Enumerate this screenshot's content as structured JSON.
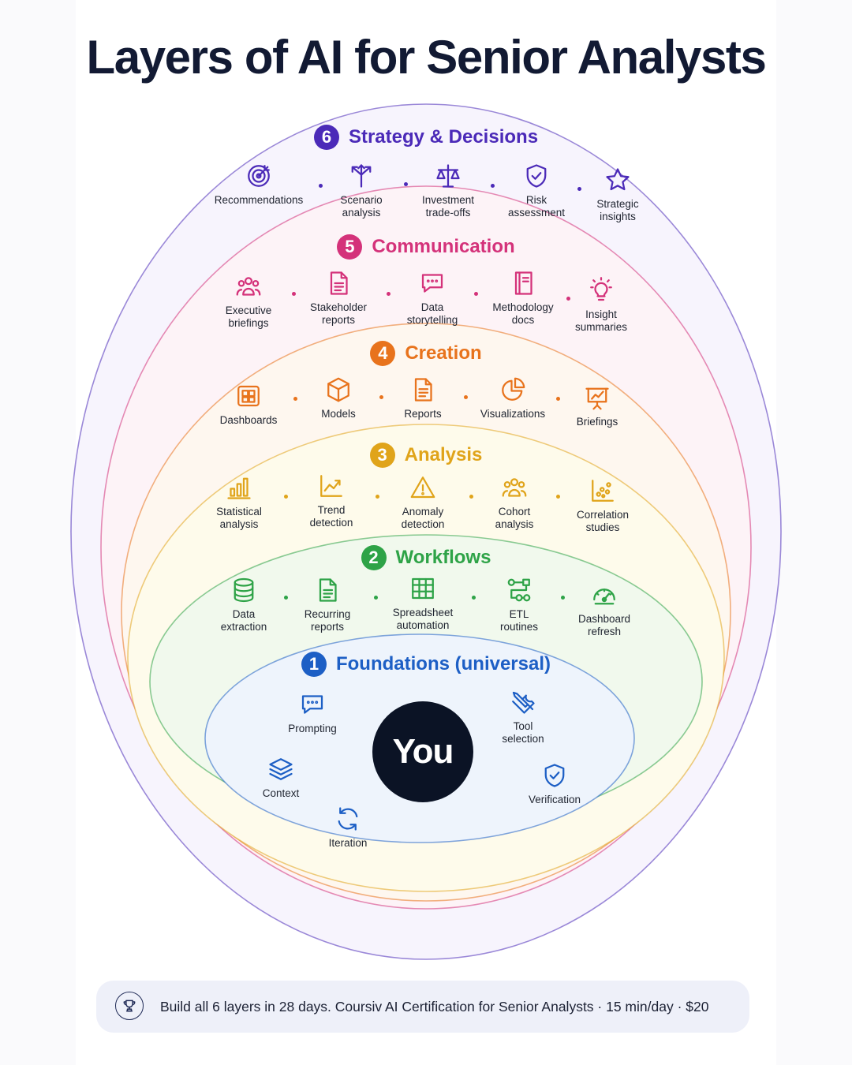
{
  "title": "Layers of AI for Senior Analysts",
  "core_label": "You",
  "layers": [
    {
      "key": "strategy",
      "number": "6",
      "name": "Strategy & Decisions",
      "color": "#4b2ab8",
      "items": [
        {
          "label": "Recommendations",
          "icon": "target-icon"
        },
        {
          "label": "Scenario\nanalysis",
          "icon": "branching-arrows-icon"
        },
        {
          "label": "Investment\ntrade-offs",
          "icon": "balance-scale-icon"
        },
        {
          "label": "Risk\nassessment",
          "icon": "shield-check-icon"
        },
        {
          "label": "Strategic\ninsights",
          "icon": "star-icon"
        }
      ]
    },
    {
      "key": "communication",
      "number": "5",
      "name": "Communication",
      "color": "#d4327a",
      "items": [
        {
          "label": "Executive\nbriefings",
          "icon": "people-group-icon"
        },
        {
          "label": "Stakeholder\nreports",
          "icon": "document-icon"
        },
        {
          "label": "Data\nstorytelling",
          "icon": "chat-bubble-icon"
        },
        {
          "label": "Methodology\ndocs",
          "icon": "book-icon"
        },
        {
          "label": "Insight\nsummaries",
          "icon": "lightbulb-icon"
        }
      ]
    },
    {
      "key": "creation",
      "number": "4",
      "name": "Creation",
      "color": "#e8731c",
      "items": [
        {
          "label": "Dashboards",
          "icon": "dashboard-icon"
        },
        {
          "label": "Models",
          "icon": "cube-icon"
        },
        {
          "label": "Reports",
          "icon": "report-icon"
        },
        {
          "label": "Visualizations",
          "icon": "pie-chart-icon"
        },
        {
          "label": "Briefings",
          "icon": "presentation-board-icon"
        }
      ]
    },
    {
      "key": "analysis",
      "number": "3",
      "name": "Analysis",
      "color": "#e0a41a",
      "items": [
        {
          "label": "Statistical\nanalysis",
          "icon": "bar-chart-icon"
        },
        {
          "label": "Trend\ndetection",
          "icon": "trend-line-icon"
        },
        {
          "label": "Anomaly\ndetection",
          "icon": "warning-triangle-icon"
        },
        {
          "label": "Cohort\nanalysis",
          "icon": "people-group-icon"
        },
        {
          "label": "Correlation\nstudies",
          "icon": "scatter-plot-icon"
        }
      ]
    },
    {
      "key": "workflows",
      "number": "2",
      "name": "Workflows",
      "color": "#2ea347",
      "items": [
        {
          "label": "Data\nextraction",
          "icon": "database-icon"
        },
        {
          "label": "Recurring\nreports",
          "icon": "document-icon"
        },
        {
          "label": "Spreadsheet\nautomation",
          "icon": "spreadsheet-grid-icon"
        },
        {
          "label": "ETL\nroutines",
          "icon": "flow-nodes-icon"
        },
        {
          "label": "Dashboard\nrefresh",
          "icon": "gauge-icon"
        }
      ]
    },
    {
      "key": "foundations",
      "number": "1",
      "name": "Foundations (universal)",
      "color": "#1d5fc5",
      "items": [
        {
          "label": "Prompting",
          "icon": "chat-bubble-icon"
        },
        {
          "label": "Tool\nselection",
          "icon": "wrench-screwdriver-icon"
        },
        {
          "label": "Context",
          "icon": "stacked-layers-icon"
        },
        {
          "label": "Verification",
          "icon": "shield-check-icon"
        },
        {
          "label": "Iteration",
          "icon": "refresh-cycle-icon"
        }
      ]
    }
  ],
  "banner": {
    "icon": "trophy-icon",
    "text": "Build all 6 layers in 28 days. Coursiv AI Certification for Senior Analysts · 15 min/day · $20",
    "color": "#1f2a56"
  }
}
